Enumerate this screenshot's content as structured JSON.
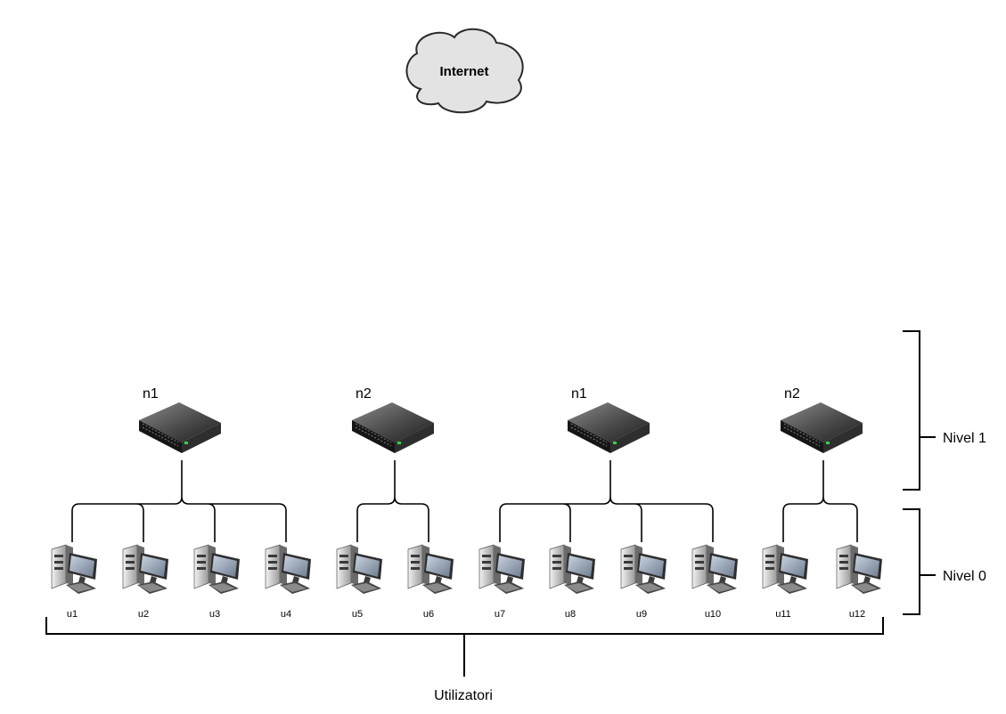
{
  "cloud": {
    "label": "Internet",
    "icon": "cloud-icon"
  },
  "switches": [
    {
      "label": "n1",
      "icon": "network-switch-icon"
    },
    {
      "label": "n2",
      "icon": "network-switch-icon"
    },
    {
      "label": "n1",
      "icon": "network-switch-icon"
    },
    {
      "label": "n2",
      "icon": "network-switch-icon"
    }
  ],
  "computers": [
    {
      "label": "u1",
      "switch": 0,
      "icon": "computer-icon"
    },
    {
      "label": "u2",
      "switch": 0,
      "icon": "computer-icon"
    },
    {
      "label": "u3",
      "switch": 0,
      "icon": "computer-icon"
    },
    {
      "label": "u4",
      "switch": 0,
      "icon": "computer-icon"
    },
    {
      "label": "u5",
      "switch": 1,
      "icon": "computer-icon"
    },
    {
      "label": "u6",
      "switch": 1,
      "icon": "computer-icon"
    },
    {
      "label": "u7",
      "switch": 2,
      "icon": "computer-icon"
    },
    {
      "label": "u8",
      "switch": 2,
      "icon": "computer-icon"
    },
    {
      "label": "u9",
      "switch": 2,
      "icon": "computer-icon"
    },
    {
      "label": "u10",
      "switch": 2,
      "icon": "computer-icon"
    },
    {
      "label": "u11",
      "switch": 3,
      "icon": "computer-icon"
    },
    {
      "label": "u12",
      "switch": 3,
      "icon": "computer-icon"
    }
  ],
  "levels": [
    {
      "label": "Nivel 1"
    },
    {
      "label": "Nivel 0"
    }
  ],
  "users_group": {
    "label": "Utilizatori"
  },
  "colors": {
    "line": "#000000",
    "cloud_fill": "#e3e3e3",
    "cloud_stroke": "#2a2a2a"
  }
}
